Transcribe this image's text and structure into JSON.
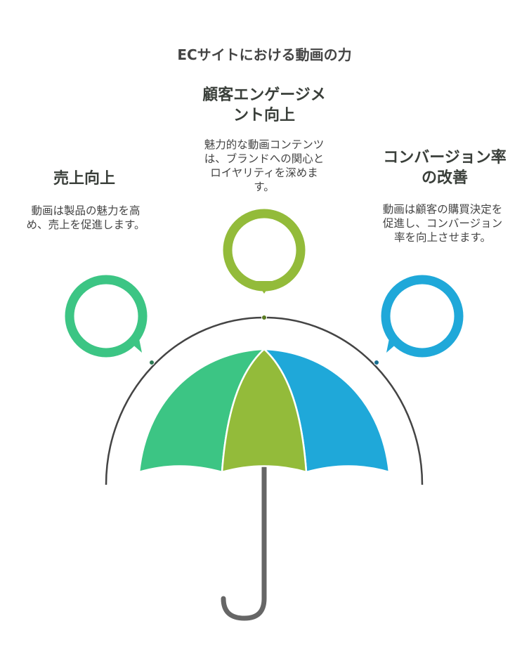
{
  "title": "ECサイトにおける動画の力",
  "items": [
    {
      "heading": "売上向上",
      "text": "動画は製品の魅力を高め、売上を促進します。",
      "color": "#3cc584"
    },
    {
      "heading": "顧客エンゲージメント向上",
      "text": "魅力的な動画コンテンツは、ブランドへの関心とロイヤリティを深めます。",
      "color": "#93bb3a"
    },
    {
      "heading": "コンバージョン率の改善",
      "text": "動画は顧客の購買決定を促進し、コンバージョン率を向上させます。",
      "color": "#1fa8d9"
    }
  ]
}
